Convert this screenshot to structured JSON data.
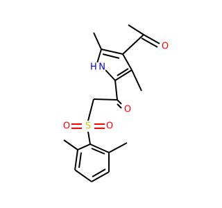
{
  "colors": {
    "background": "#ffffff",
    "bond": "#000000",
    "oxygen": "#ff0000",
    "nitrogen": "#0000ff",
    "sulfur": "#cccc00"
  },
  "atoms": [
    {
      "id": "o_acetyl",
      "element": "O",
      "label": "O",
      "color_key": "oxygen"
    },
    {
      "id": "n_pyrrole",
      "element": "N",
      "label": "H N",
      "color_key": "nitrogen"
    },
    {
      "id": "o_ketone",
      "element": "O",
      "label": "O",
      "color_key": "oxygen"
    },
    {
      "id": "o_sulfonyl_left",
      "element": "O",
      "label": "O",
      "color_key": "oxygen"
    },
    {
      "id": "s_sulfonyl",
      "element": "S",
      "label": "S",
      "color_key": "sulfur"
    },
    {
      "id": "o_sulfonyl_right",
      "element": "O",
      "label": "O",
      "color_key": "oxygen"
    }
  ]
}
